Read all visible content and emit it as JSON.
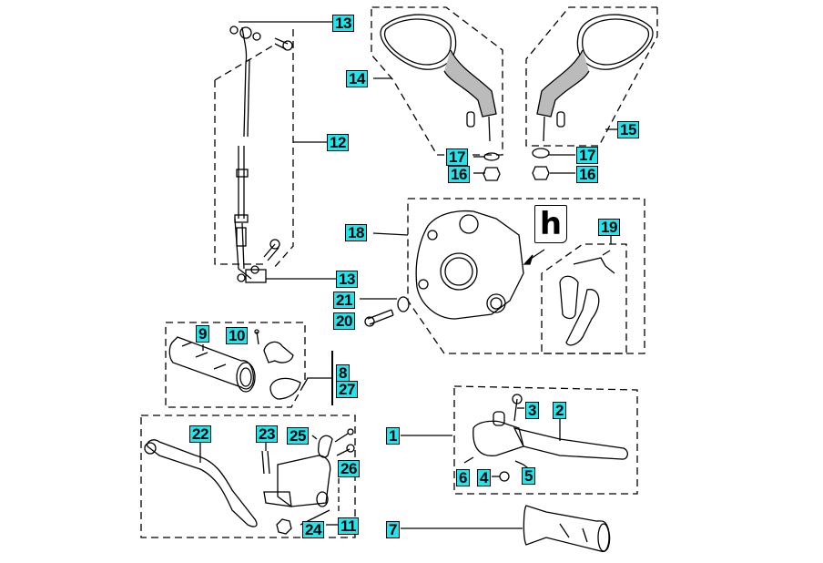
{
  "diagram": {
    "type": "exploded-parts-diagram",
    "subject": "Motorcycle handlebar controls: mirrors, front brake caliper, brake hose, grips, clutch and brake levers",
    "accent_color": "#22e4ec",
    "logo_glyph": "h",
    "callouts": [
      {
        "id": "c13a",
        "number": "13",
        "part": "brake hose fitting bolt / washer (top)"
      },
      {
        "id": "c14",
        "number": "14",
        "part": "left mirror"
      },
      {
        "id": "c12",
        "number": "12",
        "part": "front brake hose"
      },
      {
        "id": "c15",
        "number": "15",
        "part": "right mirror"
      },
      {
        "id": "c17a",
        "number": "17",
        "part": "mirror washer (left)"
      },
      {
        "id": "c16a",
        "number": "16",
        "part": "mirror nut (left)"
      },
      {
        "id": "c17b",
        "number": "17",
        "part": "mirror washer (right)"
      },
      {
        "id": "c16b",
        "number": "16",
        "part": "mirror nut (right)"
      },
      {
        "id": "c18",
        "number": "18",
        "part": "front brake caliper"
      },
      {
        "id": "c19",
        "number": "19",
        "part": "brake pad set"
      },
      {
        "id": "c13b",
        "number": "13",
        "part": "brake hose fitting bolt / washer (bottom)"
      },
      {
        "id": "c21",
        "number": "21",
        "part": "caliper washer"
      },
      {
        "id": "c20",
        "number": "20",
        "part": "caliper bolt"
      },
      {
        "id": "c9",
        "number": "9",
        "part": "throttle grip"
      },
      {
        "id": "c10",
        "number": "10",
        "part": "screw"
      },
      {
        "id": "c8",
        "number": "8",
        "part": "throttle housing"
      },
      {
        "id": "c27",
        "number": "27",
        "part": "throttle housing"
      },
      {
        "id": "c22",
        "number": "22",
        "part": "front brake lever"
      },
      {
        "id": "c23",
        "number": "23",
        "part": "lever pivot bolt"
      },
      {
        "id": "c25",
        "number": "25",
        "part": "master cylinder clamp"
      },
      {
        "id": "c26",
        "number": "26",
        "part": "clamp bolt"
      },
      {
        "id": "c11",
        "number": "11",
        "part": "front brake master cylinder"
      },
      {
        "id": "c24",
        "number": "24",
        "part": "nut"
      },
      {
        "id": "c1",
        "number": "1",
        "part": "clutch lever assembly"
      },
      {
        "id": "c2",
        "number": "2",
        "part": "clutch lever"
      },
      {
        "id": "c3",
        "number": "3",
        "part": "pivot bolt"
      },
      {
        "id": "c6",
        "number": "6",
        "part": "screw"
      },
      {
        "id": "c4",
        "number": "4",
        "part": "nut"
      },
      {
        "id": "c5",
        "number": "5",
        "part": "switch"
      },
      {
        "id": "c7",
        "number": "7",
        "part": "left grip"
      }
    ]
  }
}
